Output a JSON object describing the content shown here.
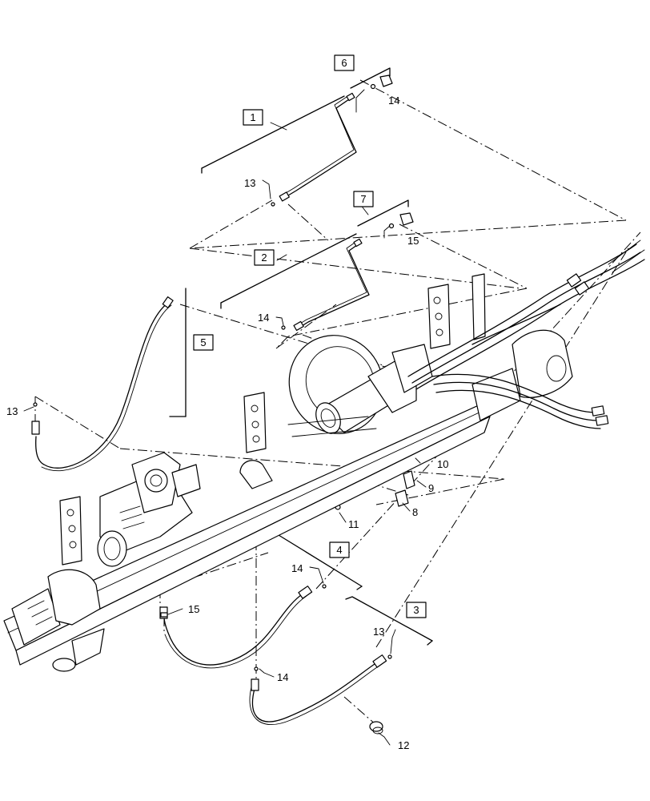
{
  "callouts": {
    "c1": "1",
    "c2": "2",
    "c3": "3",
    "c4": "4",
    "c5": "5",
    "c6": "6",
    "c7": "7",
    "c8": "8",
    "c9": "9",
    "c10": "10",
    "c11": "11",
    "c12": "12",
    "c13a": "13",
    "c13b": "13",
    "c13c": "13",
    "c14a": "14",
    "c14b": "14",
    "c14c": "14",
    "c14d": "14",
    "c15a": "15",
    "c15b": "15"
  }
}
